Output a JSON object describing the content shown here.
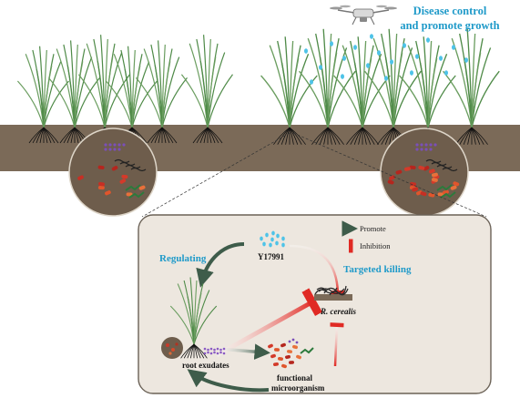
{
  "header": {
    "title_line1": "Disease  control",
    "title_line2": "and promote growth"
  },
  "legend": {
    "promote": "Promote",
    "inhibition": "Inhibition"
  },
  "panel": {
    "strain": "Y17991",
    "regulating": "Regulating",
    "targeted_killing": "Targeted killing",
    "pathogen": "R. cerealis",
    "root_exudates": "root exudates",
    "microbe_line1": "functional",
    "microbe_line2": "microorganism"
  },
  "colors": {
    "soil": "#7b6a58",
    "panel_bg": "#ede7df",
    "promote_arrow": "#3e5c4a",
    "inhibit_arrow": "#e02a24",
    "accent_text": "#1f9ac9",
    "spray_drop": "#4ec3e8",
    "plant": "#4e8a47"
  },
  "icons": {
    "drone": "drone-icon",
    "plant": "wheat-plant-icon",
    "roots": "roots-icon",
    "bacteria": "bacteria-cluster-icon",
    "pathogen": "fungal-hyphae-icon"
  }
}
